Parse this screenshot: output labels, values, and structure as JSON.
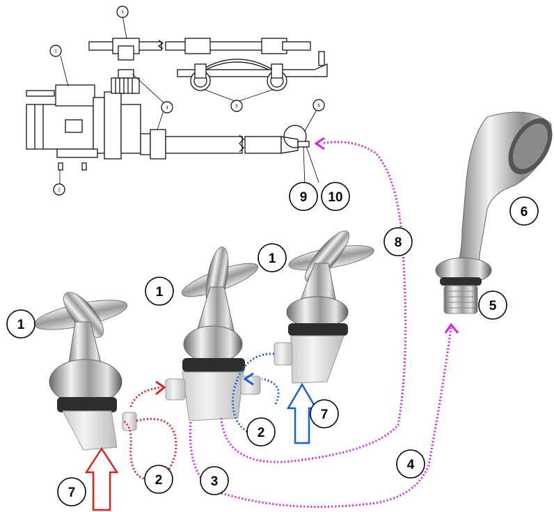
{
  "schematic": {
    "labels": {
      "pump": "1",
      "feet": "2",
      "tee": "3",
      "union": "4",
      "clamps": "5",
      "ring": "6"
    }
  },
  "callouts": {
    "valve_left": "1",
    "valve_middle": "1",
    "valve_right": "1",
    "loop_red": "2",
    "loop_blue": "2",
    "outlet_middle": "3",
    "hose_to_shower": "4",
    "shower_connector": "5",
    "shower_head": "6",
    "inlet_hot": "7",
    "inlet_cold": "7",
    "hose_to_pump": "8",
    "pipe_end_a": "9",
    "pipe_end_b": "10"
  },
  "colors": {
    "hot": "#e0201b",
    "cold": "#1560d8",
    "hose": "#e020e0"
  }
}
